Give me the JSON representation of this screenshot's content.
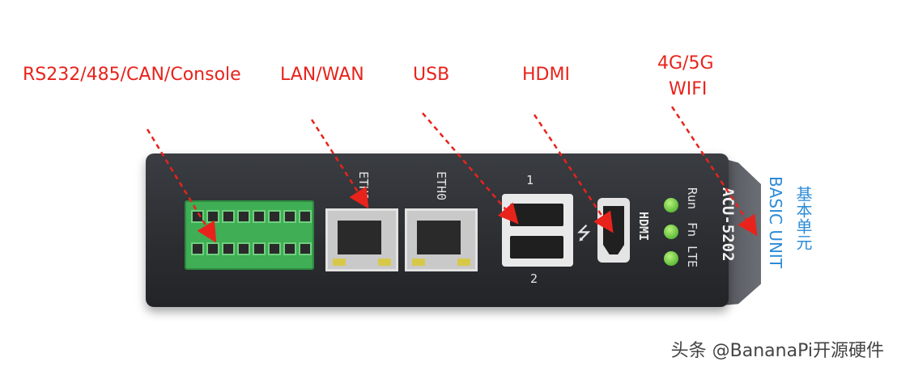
{
  "labels": {
    "serial": "RS232/485/CAN/Console",
    "lan": "LAN/WAN",
    "usb": "USB",
    "hdmi": "HDMI",
    "wireless_1": "4G/5G",
    "wireless_2": "WIFI"
  },
  "device": {
    "model": "ACU-5202",
    "port_eth1": "ETH1",
    "port_eth0": "ETH0",
    "usb_1": "1",
    "usb_2": "2",
    "hdmi_label": "HDMI",
    "led_run": "Run",
    "led_fn": "Fn",
    "led_lte": "LTE"
  },
  "side_label": {
    "cn": "基本单元",
    "en": "BASIC UNIT"
  },
  "watermark": "头条 @BananaPi开源硬件",
  "colors": {
    "label_red": "#e8231c",
    "blue": "#2d8bd6",
    "terminal_green": "#3fae54"
  }
}
